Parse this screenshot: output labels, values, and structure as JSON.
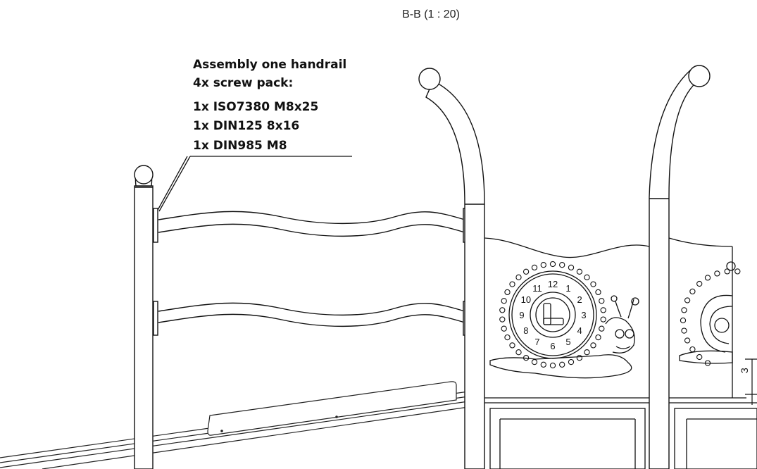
{
  "section_label": "B-B (1 : 20)",
  "annotation": {
    "lines": [
      "Assembly one handrail",
      "4x screw pack:",
      "1x ISO7380 M8x25",
      "1x DIN125 8x16",
      "1x DIN985 M8"
    ]
  },
  "clock_numbers": [
    "12",
    "1",
    "2",
    "3",
    "4",
    "5",
    "6",
    "7",
    "8",
    "9",
    "10",
    "11"
  ],
  "dimension_label": "3"
}
